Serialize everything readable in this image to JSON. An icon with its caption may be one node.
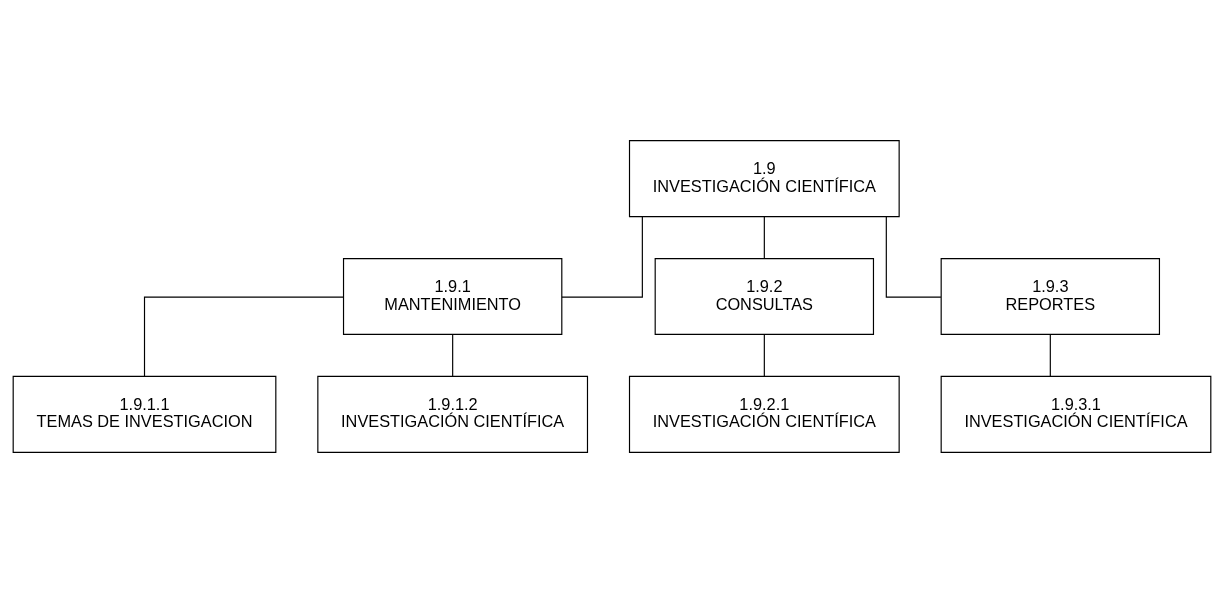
{
  "diagram": {
    "nodes": [
      {
        "text": [
          "1.9",
          "INVESTIGACIÓN CIENTÍFICA"
        ]
      },
      {
        "text": [
          "1.9.1",
          "MANTENIMIENTO"
        ]
      },
      {
        "text": [
          "1.9.2",
          "CONSULTAS"
        ]
      },
      {
        "text": [
          "1.9.3",
          "REPORTES"
        ]
      },
      {
        "text": [
          "1.9.1.1",
          "TEMAS DE INVESTIGACION"
        ]
      },
      {
        "text": [
          "1.9.1.2",
          "INVESTIGACIÓN CIENTÍFICA"
        ]
      },
      {
        "text": [
          "1.9.2.1",
          "INVESTIGACIÓN CIENTÍFICA"
        ]
      },
      {
        "text": [
          "1.9.3.1",
          "INVESTIGACIÓN CIENTÍFICA"
        ]
      }
    ],
    "edges": [
      {
        "from": 0,
        "to": 1,
        "arrow": "none"
      },
      {
        "from": 0,
        "to": 2,
        "arrow": "none"
      },
      {
        "from": 0,
        "to": 3,
        "arrow": "none"
      },
      {
        "from": 1,
        "to": 4,
        "arrow": "none"
      },
      {
        "from": 1,
        "to": 5,
        "arrow": "none"
      },
      {
        "from": 2,
        "to": 6,
        "arrow": "none"
      },
      {
        "from": 3,
        "to": 7,
        "arrow": "none"
      }
    ]
  }
}
